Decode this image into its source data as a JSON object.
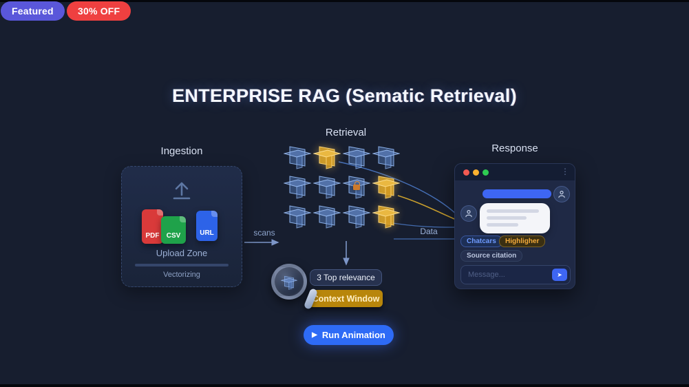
{
  "badges": {
    "featured": "Featured",
    "discount": "30% OFF"
  },
  "title": "ENTERPRISE RAG (Sematic Retrieval)",
  "labels": {
    "ingestion": "Ingestion",
    "retrieval": "Retrieval",
    "response": "Response"
  },
  "ingestion": {
    "files": [
      {
        "label": "PDF",
        "color": "#d93a3a"
      },
      {
        "label": "CSV",
        "color": "#1fa24a"
      },
      {
        "label": "URL",
        "color": "#2d63e8"
      }
    ],
    "upload_zone": "Upload Zone",
    "status": "Vectorizing"
  },
  "flow": {
    "scans": "scans",
    "data": "Data"
  },
  "retrieval": {
    "grid": [
      [
        "blue",
        "gold",
        "blue",
        "blue"
      ],
      [
        "blue",
        "blue",
        "blue-lock",
        "gold"
      ],
      [
        "blue",
        "blue",
        "blue",
        "gold"
      ]
    ],
    "top_relevance": "3 Top relevance",
    "context_window": "Context Window"
  },
  "response": {
    "chips": [
      "Chatcars",
      "Highligher",
      "Source citation"
    ],
    "placeholder": "Message...",
    "send_icon": "➤",
    "menu_icon": "⋮"
  },
  "run": {
    "icon": "▶",
    "label": "Run Animation"
  },
  "colors": {
    "background": "#171e2f",
    "accent_blue": "#2e6bf6",
    "gold": "#b8860b",
    "badge_featured": "#5a57da",
    "badge_discount": "#ef4040"
  }
}
